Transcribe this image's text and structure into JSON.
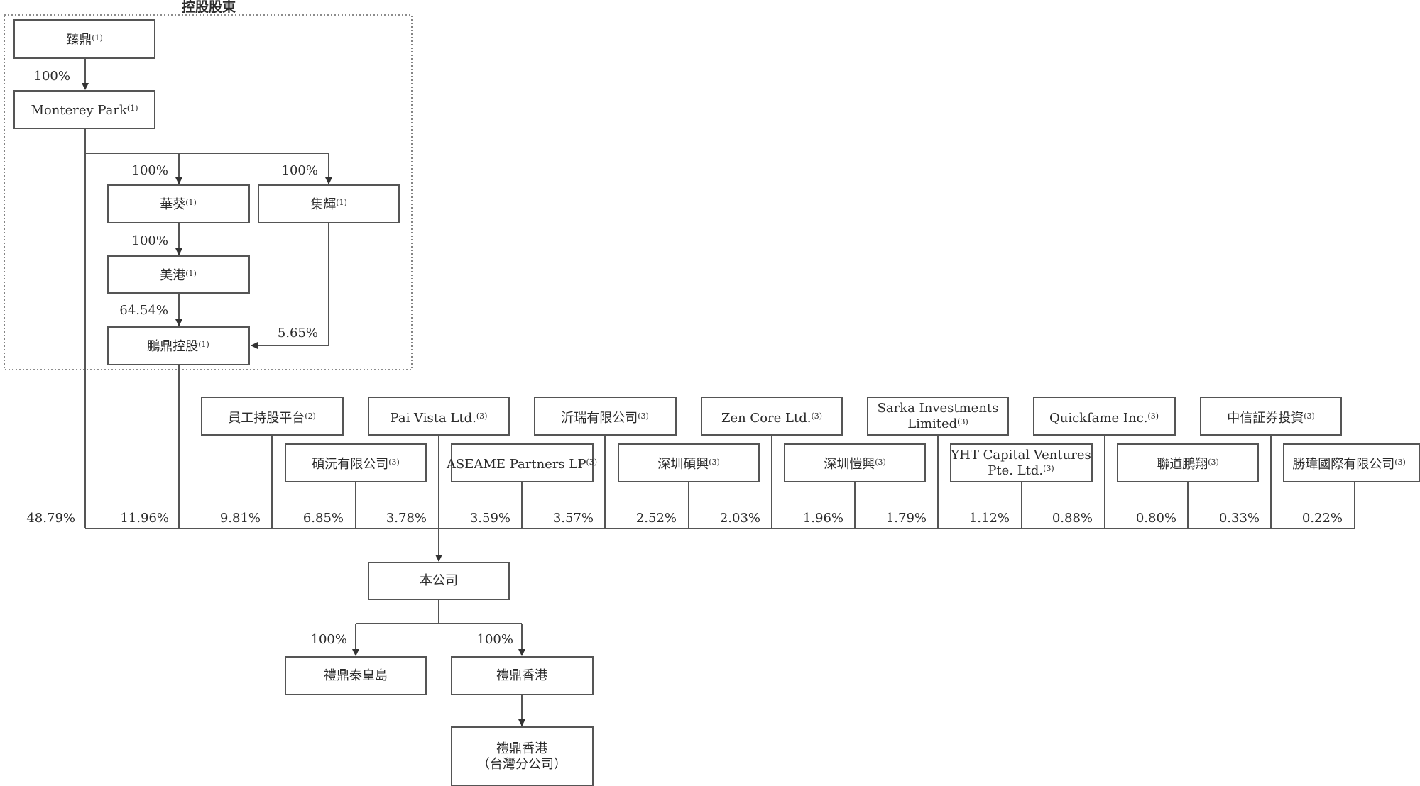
{
  "group": {
    "title": "控股股東"
  },
  "entities": {
    "zhending": {
      "name": "臻鼎",
      "note": "(1)"
    },
    "monterey": {
      "name": "Monterey Park",
      "note": "(1)"
    },
    "huasheng": {
      "name": "華葵",
      "note": "(1)"
    },
    "jihui": {
      "name": "集輝",
      "note": "(1)"
    },
    "meigang": {
      "name": "美港",
      "note": "(1)"
    },
    "pengding": {
      "name": "鵬鼎控股",
      "note": "(1)"
    },
    "esop": {
      "name": "員工持股平台",
      "note": "(2)"
    },
    "paivista": {
      "name": "Pai Vista Ltd.",
      "note": "(3)"
    },
    "yirui": {
      "name": "沂瑞有限公司",
      "note": "(3)"
    },
    "zencore": {
      "name": "Zen Core Ltd.",
      "note": "(3)"
    },
    "sarka": {
      "name": "Sarka Investments",
      "name2": "Limited",
      "note": "(3)"
    },
    "quickfame": {
      "name": "Quickfame Inc.",
      "note": "(3)"
    },
    "citic": {
      "name": "中信証券投資",
      "note": "(3)"
    },
    "shuoyuan": {
      "name": "碩沅有限公司",
      "note": "(3)"
    },
    "aseame": {
      "name": "ASEAME Partners LP",
      "note": "(3)"
    },
    "szshuoxing": {
      "name": "深圳碩興",
      "note": "(3)"
    },
    "szkaixing": {
      "name": "深圳愷興",
      "note": "(3)"
    },
    "yht": {
      "name": "YHT Capital Ventures",
      "name2": "Pte. Ltd.",
      "note": "(3)"
    },
    "liandao": {
      "name": "聯道鵬翔",
      "note": "(3)"
    },
    "shengwei": {
      "name": "勝瑋國際有限公司",
      "note": "(3)"
    },
    "company": {
      "name": "本公司"
    },
    "qinhuangdao": {
      "name": "禮鼎秦皇島"
    },
    "hongkong": {
      "name": "禮鼎香港"
    },
    "taiwan": {
      "name": "禮鼎香港",
      "name2": "（台灣分公司）"
    }
  },
  "percentages": {
    "zhending_monterey": "100%",
    "monterey_huasheng": "100%",
    "monterey_jihui": "100%",
    "huasheng_meigang": "100%",
    "meigang_pengding": "64.54%",
    "jihui_pengding": "5.65%",
    "company_qinhuangdao": "100%",
    "company_hongkong": "100%",
    "shareholders": [
      "48.79%",
      "11.96%",
      "9.81%",
      "6.85%",
      "3.78%",
      "3.59%",
      "3.57%",
      "2.52%",
      "2.03%",
      "1.96%",
      "1.79%",
      "1.12%",
      "0.88%",
      "0.80%",
      "0.33%",
      "0.22%"
    ]
  }
}
